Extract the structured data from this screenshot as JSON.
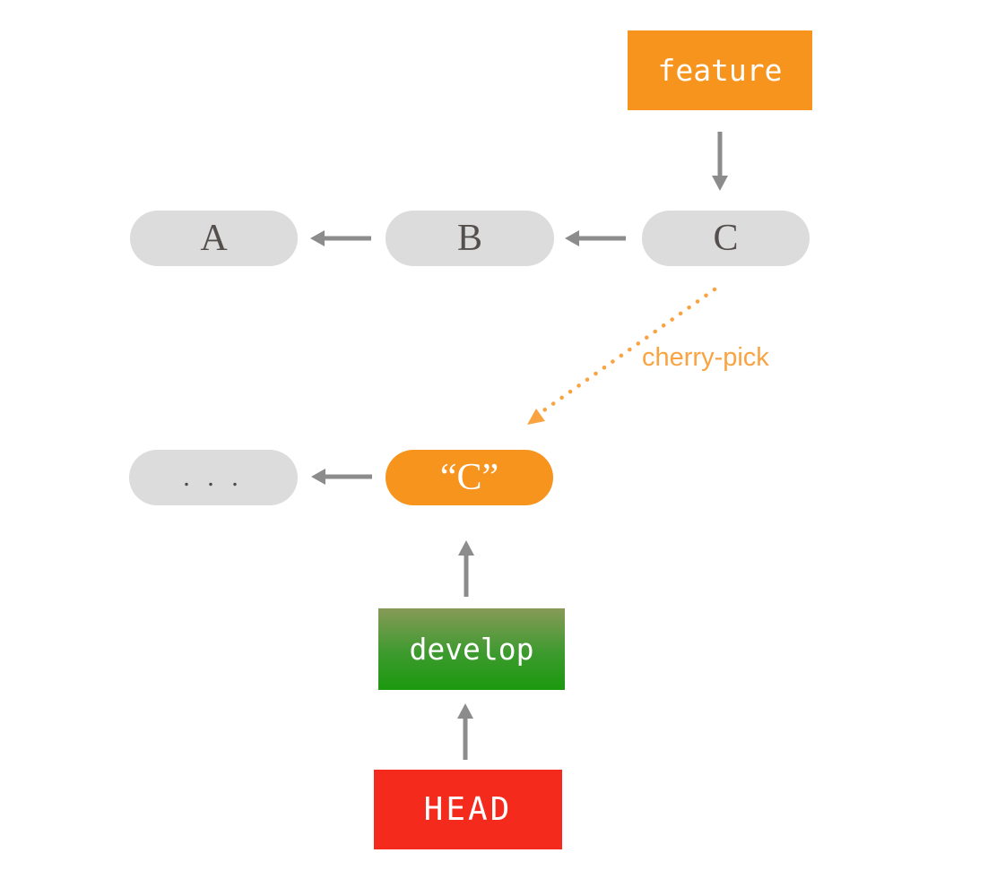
{
  "branches": {
    "feature": {
      "label": "feature",
      "color": "#f7941e"
    },
    "develop": {
      "label": "develop",
      "color_top": "#879a58",
      "color_bottom": "#1b990e"
    },
    "head": {
      "label": "HEAD",
      "color": "#f42a1d"
    }
  },
  "commits": {
    "feature_row": [
      {
        "label": "A"
      },
      {
        "label": "B"
      },
      {
        "label": "C"
      }
    ],
    "develop_row": [
      {
        "label": ". . ."
      },
      {
        "label": "“C”",
        "highlighted": true
      }
    ]
  },
  "annotation": {
    "cherry_pick_label": "cherry-pick",
    "color": "#f9a341"
  },
  "colors": {
    "commit_pill": "#dcdcdc",
    "commit_text": "#544f4d",
    "arrow_gray": "#8c8c8c",
    "background": "#ffffff"
  }
}
